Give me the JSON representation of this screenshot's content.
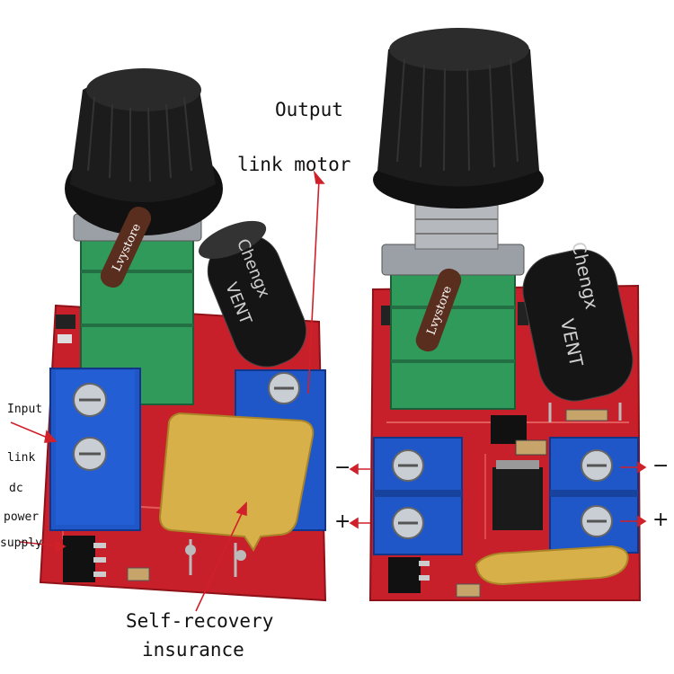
{
  "labels": {
    "output_line1": "Output",
    "output_line2": "link motor",
    "input_lines": [
      "Input",
      "link",
      "dc",
      "power",
      "supply"
    ],
    "fuse_line1": "Self-recovery",
    "fuse_line2": "insurance",
    "minus": "−",
    "plus": "+"
  },
  "branding": {
    "tag_text": "Lvystore",
    "cap_brand": "Chengx",
    "cap_series": "VENT"
  },
  "colors": {
    "pcb": "#c8202a",
    "terminal": "#1f56c8",
    "pot_body": "#2f9a5a",
    "knob": "#1c1c1c",
    "capacitor": "#151515",
    "fuse": "#d8b04a",
    "arrow": "#d0202a"
  }
}
